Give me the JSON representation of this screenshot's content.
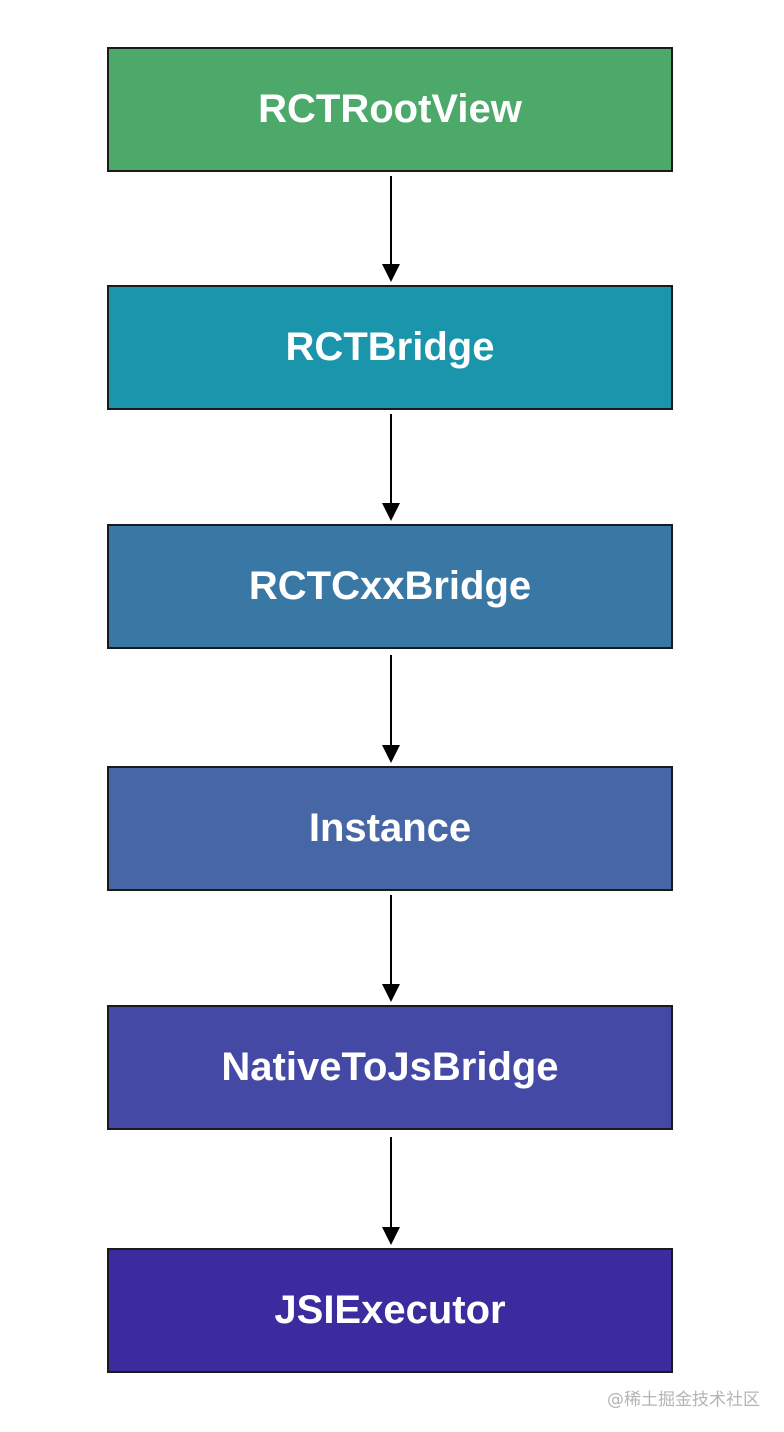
{
  "nodes": [
    {
      "label": "RCTRootView",
      "color": "#4ca96a"
    },
    {
      "label": "RCTBridge",
      "color": "#1a95ab"
    },
    {
      "label": "RCTCxxBridge",
      "color": "#3978a5"
    },
    {
      "label": "Instance",
      "color": "#4666a6"
    },
    {
      "label": "NativeToJsBridge",
      "color": "#4349a4"
    },
    {
      "label": "JSIExecutor",
      "color": "#3a2c9f"
    }
  ],
  "edges": [
    {
      "from": "RCTRootView",
      "to": "RCTBridge"
    },
    {
      "from": "RCTBridge",
      "to": "RCTCxxBridge"
    },
    {
      "from": "RCTCxxBridge",
      "to": "Instance"
    },
    {
      "from": "Instance",
      "to": "NativeToJsBridge"
    },
    {
      "from": "NativeToJsBridge",
      "to": "JSIExecutor"
    }
  ],
  "watermark": "@稀土掘金技术社区"
}
